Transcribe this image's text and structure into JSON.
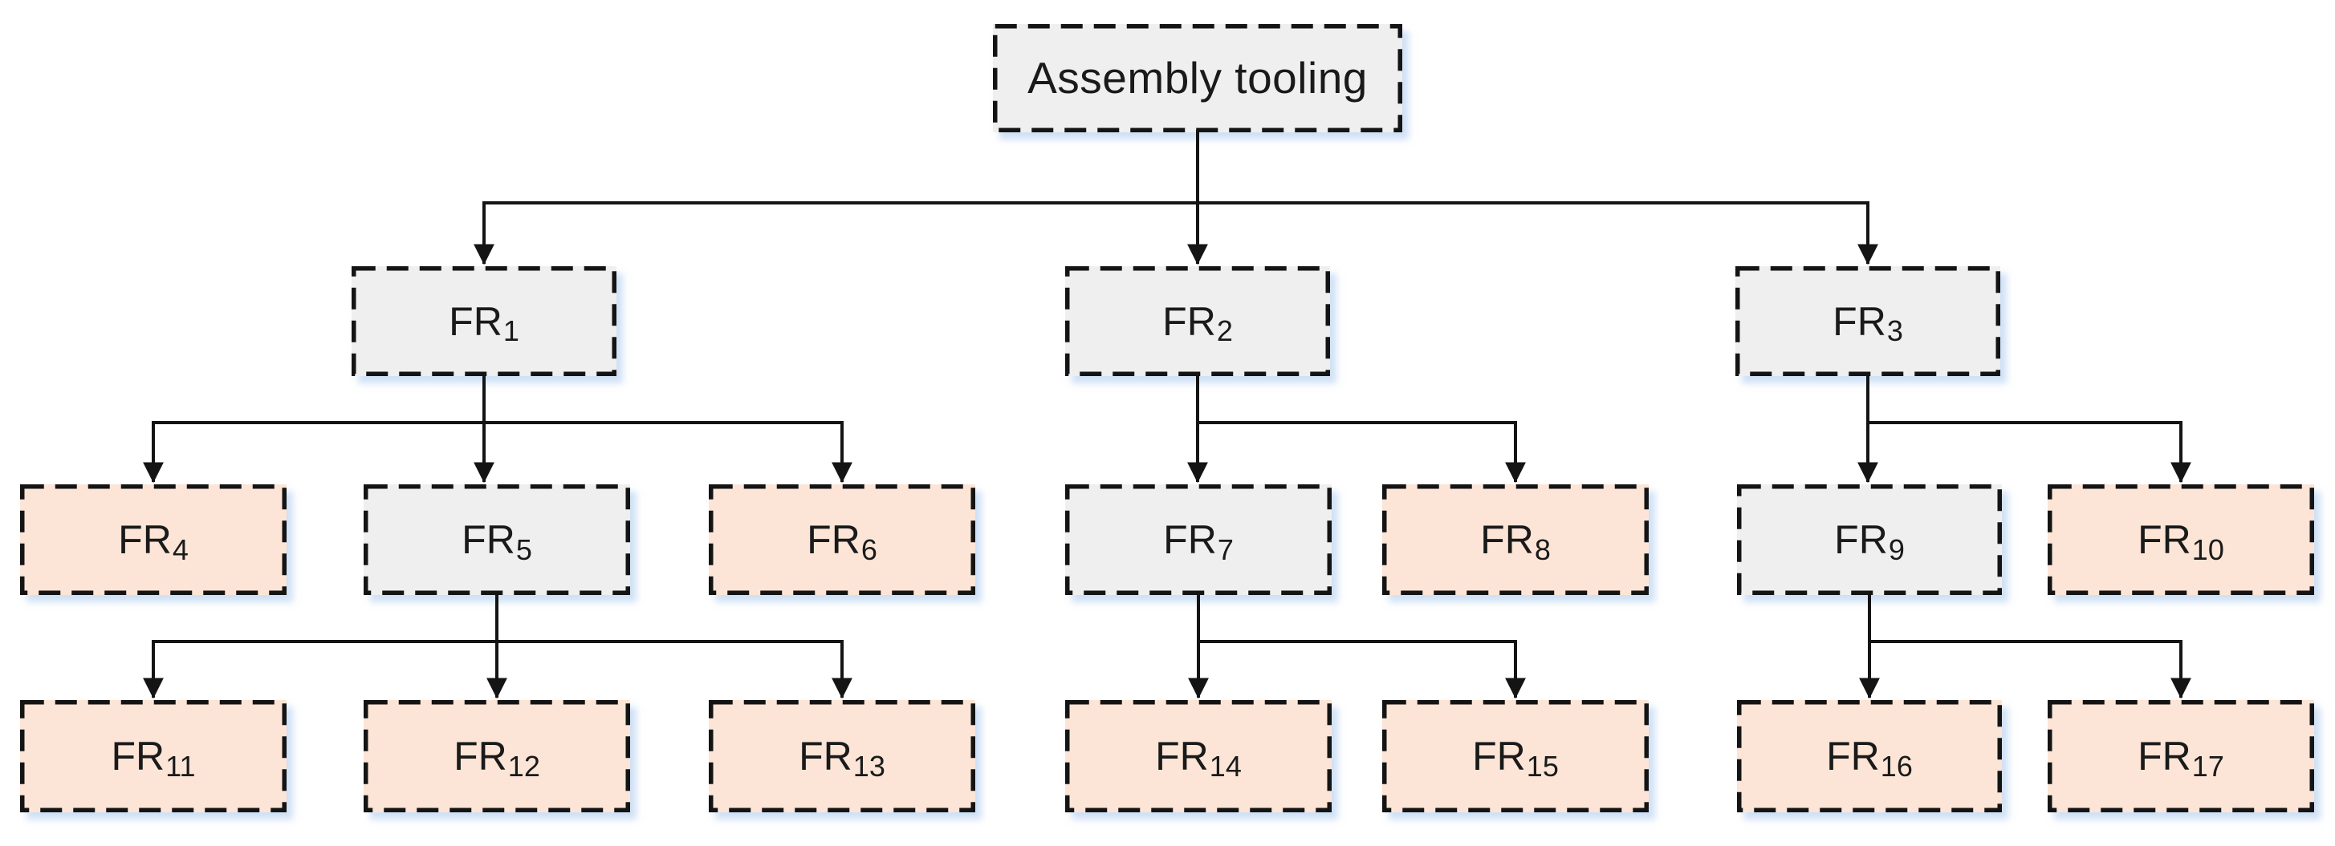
{
  "figure": {
    "type": "hierarchy-tree",
    "root_label": "Assembly tooling"
  },
  "colors": {
    "background": "#ffffff",
    "box_border": "#141414",
    "connector": "#141414",
    "gray_fill": "#efefef",
    "peach_fill": "#fce5d6",
    "shadow": "rgba(161,196,238,0.5)",
    "text": "#1a1a1a"
  },
  "nodes": [
    {
      "id": "root",
      "label": "Assembly tooling",
      "sub": "",
      "fill": "gray",
      "parent": null
    },
    {
      "id": "fr1",
      "label": "FR",
      "sub": "1",
      "fill": "gray",
      "parent": "root"
    },
    {
      "id": "fr2",
      "label": "FR",
      "sub": "2",
      "fill": "gray",
      "parent": "root"
    },
    {
      "id": "fr3",
      "label": "FR",
      "sub": "3",
      "fill": "gray",
      "parent": "root"
    },
    {
      "id": "fr4",
      "label": "FR",
      "sub": "4",
      "fill": "peach",
      "parent": "fr1"
    },
    {
      "id": "fr5",
      "label": "FR",
      "sub": "5",
      "fill": "gray",
      "parent": "fr1"
    },
    {
      "id": "fr6",
      "label": "FR",
      "sub": "6",
      "fill": "peach",
      "parent": "fr1"
    },
    {
      "id": "fr7",
      "label": "FR",
      "sub": "7",
      "fill": "gray",
      "parent": "fr2"
    },
    {
      "id": "fr8",
      "label": "FR",
      "sub": "8",
      "fill": "peach",
      "parent": "fr2"
    },
    {
      "id": "fr9",
      "label": "FR",
      "sub": "9",
      "fill": "gray",
      "parent": "fr3"
    },
    {
      "id": "fr10",
      "label": "FR",
      "sub": "10",
      "fill": "peach",
      "parent": "fr3"
    },
    {
      "id": "fr11",
      "label": "FR",
      "sub": "11",
      "fill": "peach",
      "parent": "fr5"
    },
    {
      "id": "fr12",
      "label": "FR",
      "sub": "12",
      "fill": "peach",
      "parent": "fr5"
    },
    {
      "id": "fr13",
      "label": "FR",
      "sub": "13",
      "fill": "peach",
      "parent": "fr5"
    },
    {
      "id": "fr14",
      "label": "FR",
      "sub": "14",
      "fill": "peach",
      "parent": "fr7"
    },
    {
      "id": "fr15",
      "label": "FR",
      "sub": "15",
      "fill": "peach",
      "parent": "fr7"
    },
    {
      "id": "fr16",
      "label": "FR",
      "sub": "16",
      "fill": "peach",
      "parent": "fr9"
    },
    {
      "id": "fr17",
      "label": "FR",
      "sub": "17",
      "fill": "peach",
      "parent": "fr9"
    }
  ]
}
